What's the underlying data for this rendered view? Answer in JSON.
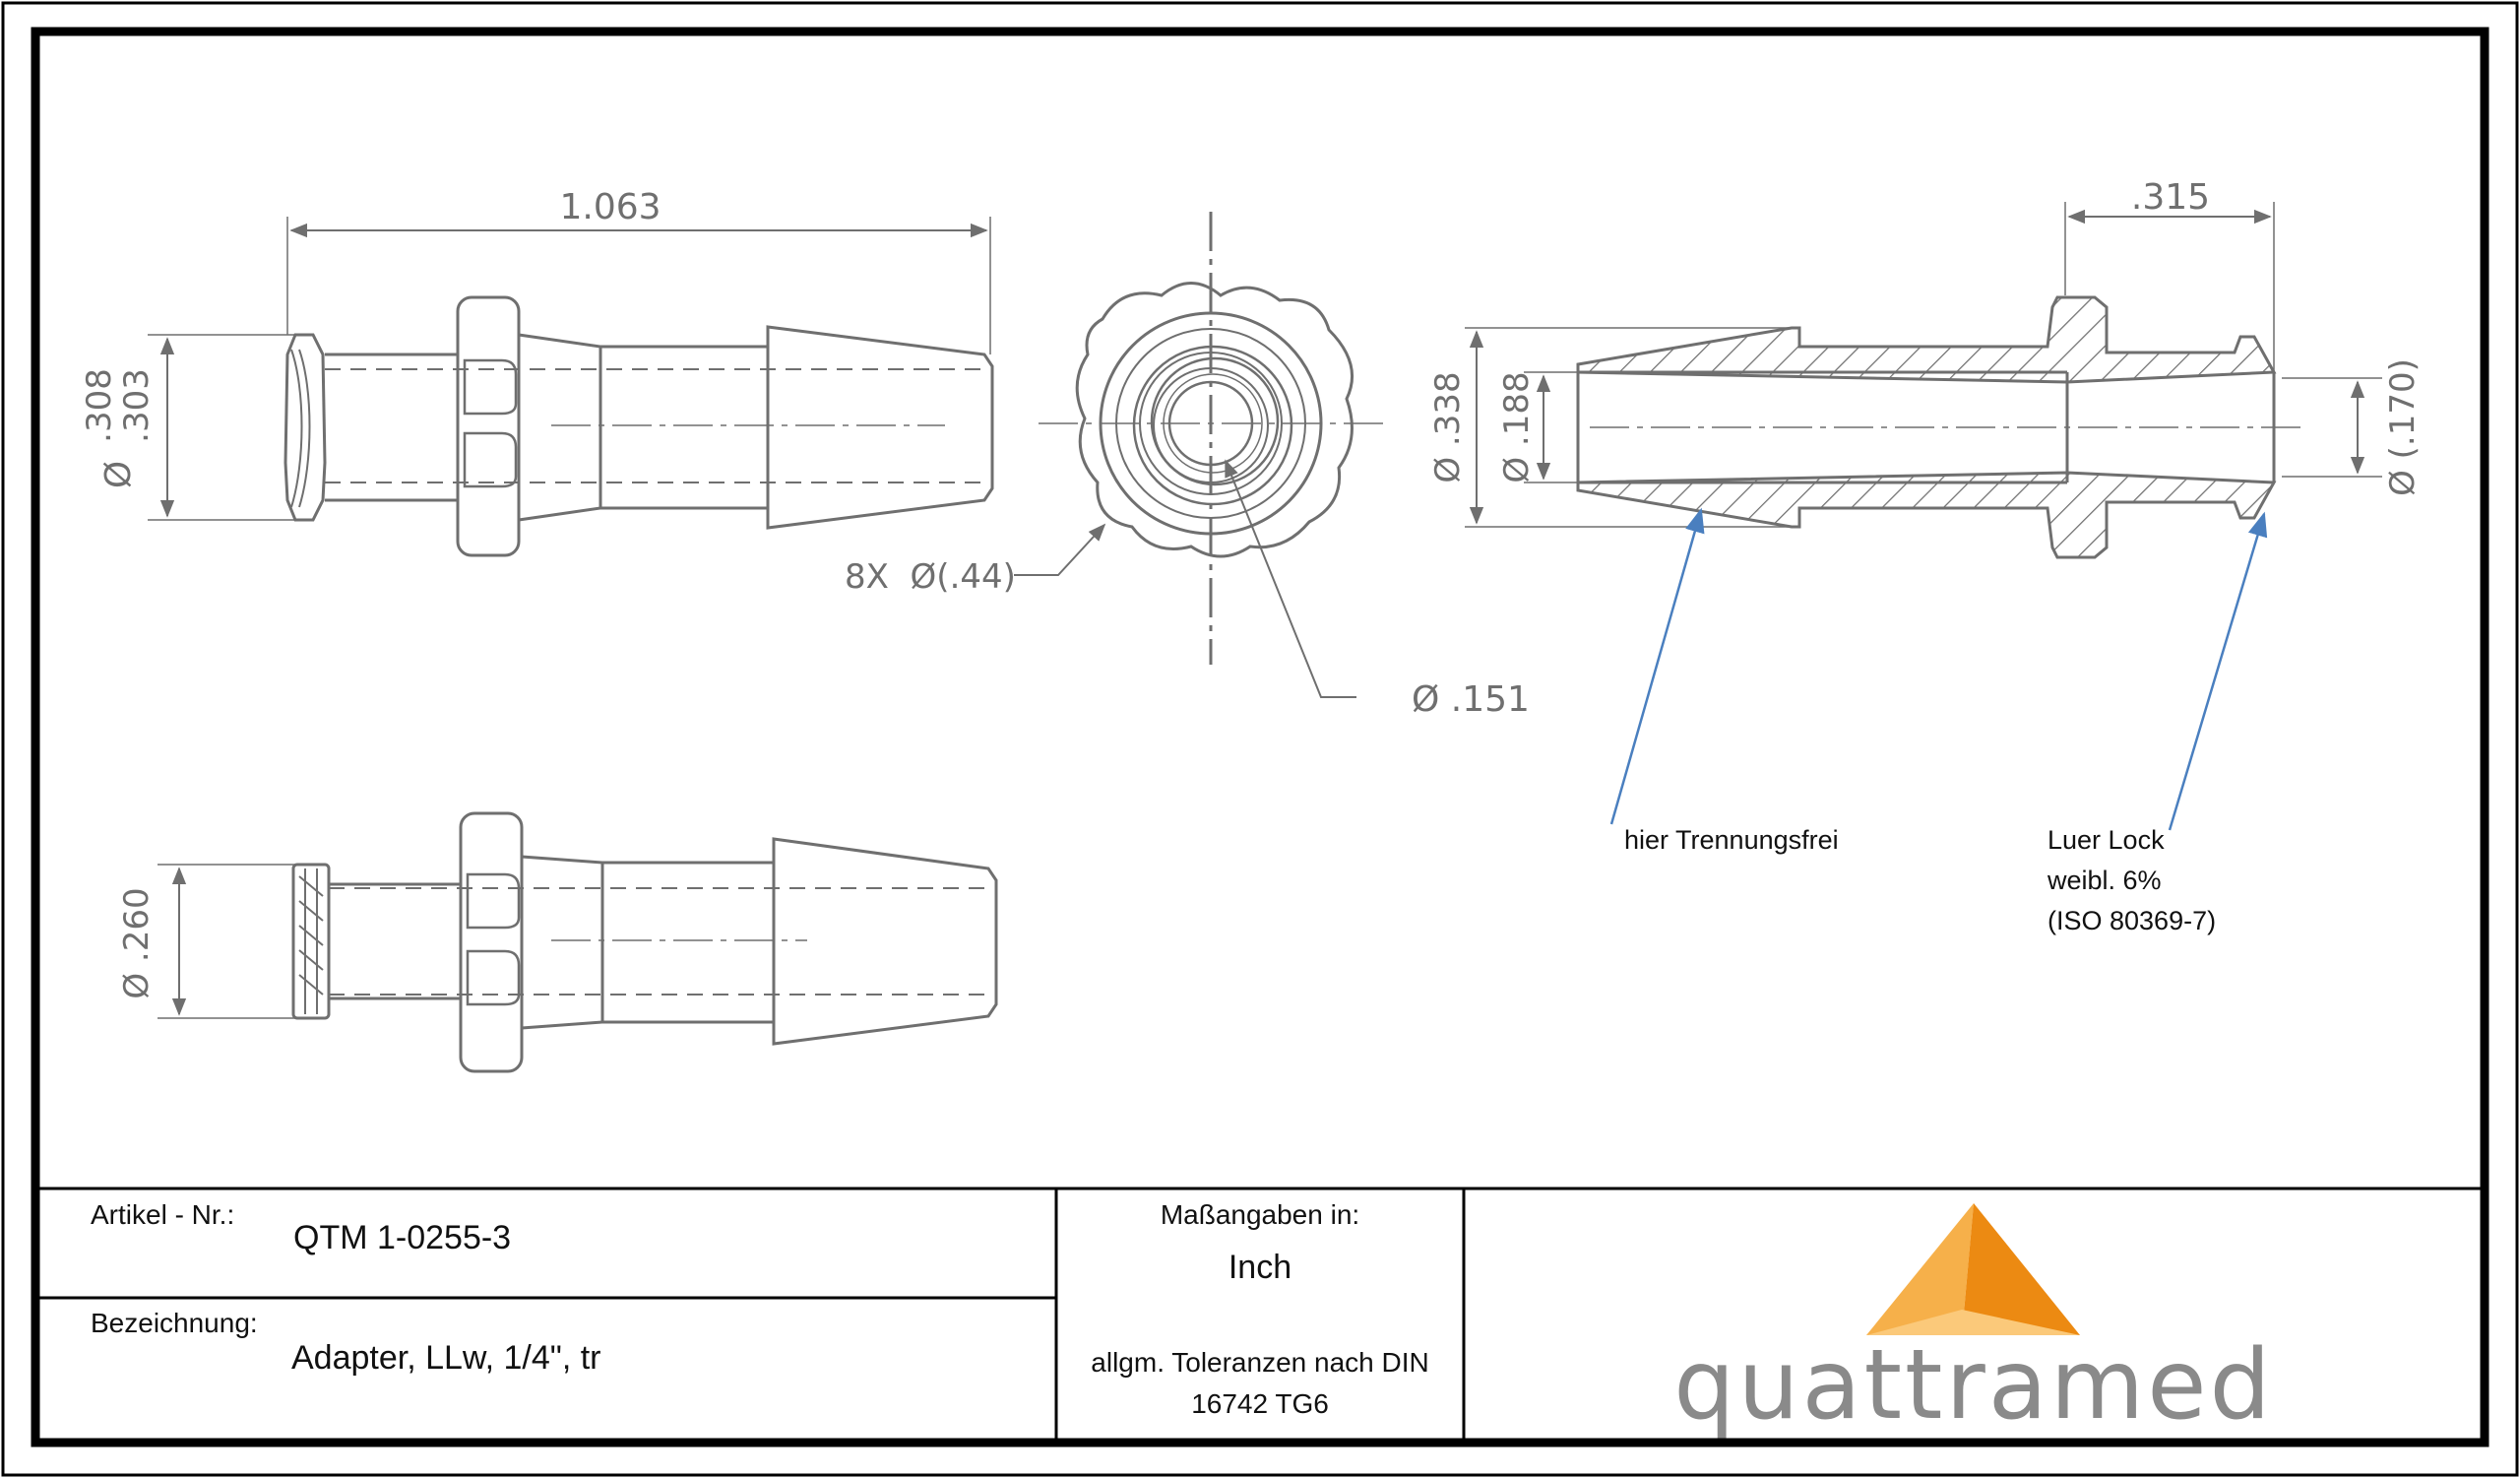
{
  "drawing": {
    "dimensions": {
      "overall_length": "1.063",
      "dia_308": ".308",
      "dia_303": ".303",
      "hex_callout": "8X  Ø(.44)",
      "bore_dia": "Ø .151",
      "dia_338": "Ø .338",
      "dia_188": "Ø .188",
      "flange_width": ".315",
      "dia_170": "Ø (.170)",
      "dia_260": "Ø .260",
      "dia_symbol": "Ø"
    },
    "notes": {
      "separation": "hier Trennungsfrei",
      "luer_line1": "Luer Lock",
      "luer_line2": "weibl. 6%",
      "luer_line3": "(ISO 80369-7)"
    }
  },
  "title_block": {
    "article_label": "Artikel - Nr.:",
    "article_value": "QTM 1-0255-3",
    "designation_label": "Bezeichnung:",
    "designation_value": "Adapter, LLw, 1/4\", tr",
    "units_label": "Maßangaben in:",
    "units_value": "Inch",
    "tolerance_line1": "allgm. Toleranzen nach DIN",
    "tolerance_line2": "16742 TG6",
    "logo_text": "quattramed"
  },
  "colors": {
    "frame": "#000000",
    "drawing_line": "#6f6f6f",
    "leader_arrow": "#4a7fbf",
    "logo_orange_light": "#f6b04a",
    "logo_orange_dark": "#ec8a12",
    "logo_orange_pale": "#fbc97a",
    "logo_text": "#8a8a8a"
  }
}
